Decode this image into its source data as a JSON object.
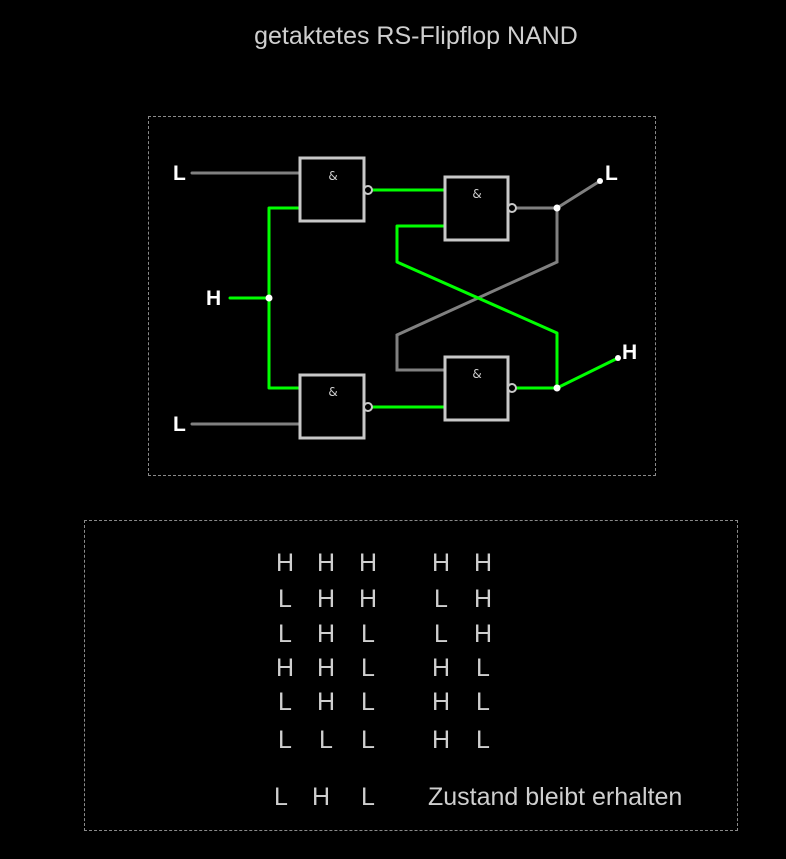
{
  "title": "getaktetes RS-Flipflop NAND",
  "circuit": {
    "inputs": {
      "top": "L",
      "clock": "H",
      "bottom": "L"
    },
    "outputs": {
      "q": "L",
      "q_not": "H"
    },
    "gate_symbol": "&",
    "colors": {
      "high": "#00ff00",
      "low": "#808080",
      "gate": "#c8c8c8"
    }
  },
  "truth_table": {
    "rows": [
      [
        "H",
        "H",
        "H",
        "H",
        "H"
      ],
      [
        "L",
        "H",
        "H",
        "L",
        "H"
      ],
      [
        "L",
        "H",
        "L",
        "L",
        "H"
      ],
      [
        "H",
        "H",
        "L",
        "H",
        "L"
      ],
      [
        "L",
        "H",
        "L",
        "H",
        "L"
      ],
      [
        "L",
        "L",
        "L",
        "H",
        "L"
      ]
    ],
    "last_row": [
      "L",
      "H",
      "L"
    ],
    "note": "Zustand bleibt erhalten"
  }
}
